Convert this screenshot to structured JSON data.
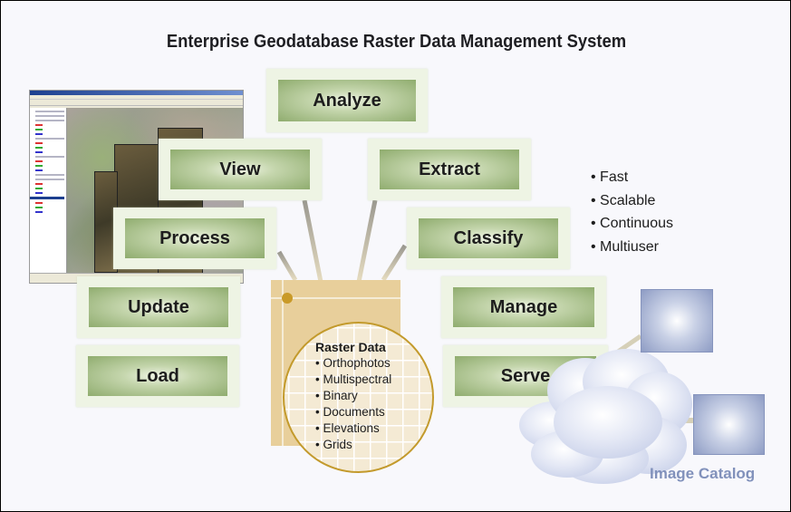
{
  "title": "Enterprise Geodatabase Raster Data Management System",
  "functions": {
    "analyze": "Analyze",
    "view": "View",
    "extract": "Extract",
    "process": "Process",
    "classify": "Classify",
    "update": "Update",
    "manage": "Manage",
    "load": "Load",
    "serve": "Serve"
  },
  "raster_data": {
    "title": "Raster Data",
    "items": [
      "Orthophotos",
      "Multispectral",
      "Binary",
      "Documents",
      "Elevations",
      "Grids"
    ]
  },
  "features": [
    "Fast",
    "Scalable",
    "Continuous",
    "Multiuser"
  ],
  "image_catalog": {
    "label": "Image Catalog"
  },
  "colors": {
    "box_green": "#8fac6e",
    "raster_gold": "#e8cf9b",
    "catalog_blue": "#8191bb"
  }
}
